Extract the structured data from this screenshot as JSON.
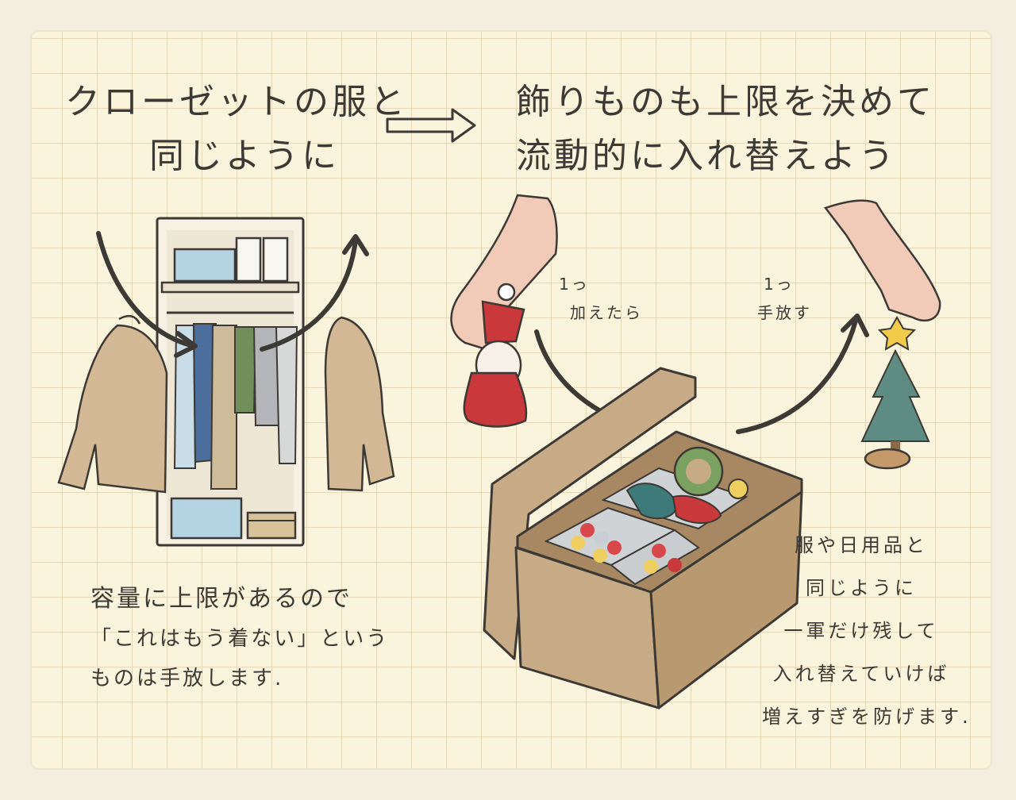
{
  "title_left": {
    "line1": "クローゼットの服と",
    "line2": "同じように"
  },
  "title_right": {
    "line1": "飾りものも上限を決めて",
    "line2": "流動的に入れ替えよう"
  },
  "label_add": {
    "line1": "1っ",
    "line2": "加えたら"
  },
  "label_remove": {
    "line1": "1っ",
    "line2": "手放す"
  },
  "caption_left": {
    "line1": "容量に上限があるので",
    "line2": "「これはもう着ない」という",
    "line3": "ものは手放します."
  },
  "caption_right": {
    "line1": "服や日用品と",
    "line2": "同じように",
    "line3": "一軍だけ残して",
    "line4": "入れ替えていけば",
    "line5": "増えすぎを防げます."
  },
  "colors": {
    "paper": "#fbf4dc",
    "grid": "#e6d8b8",
    "ink": "#3d3934",
    "cardboard": "#c7ab86",
    "santa_red": "#c9383a",
    "tree_green": "#5e8b82",
    "coat": "#d3b895"
  }
}
